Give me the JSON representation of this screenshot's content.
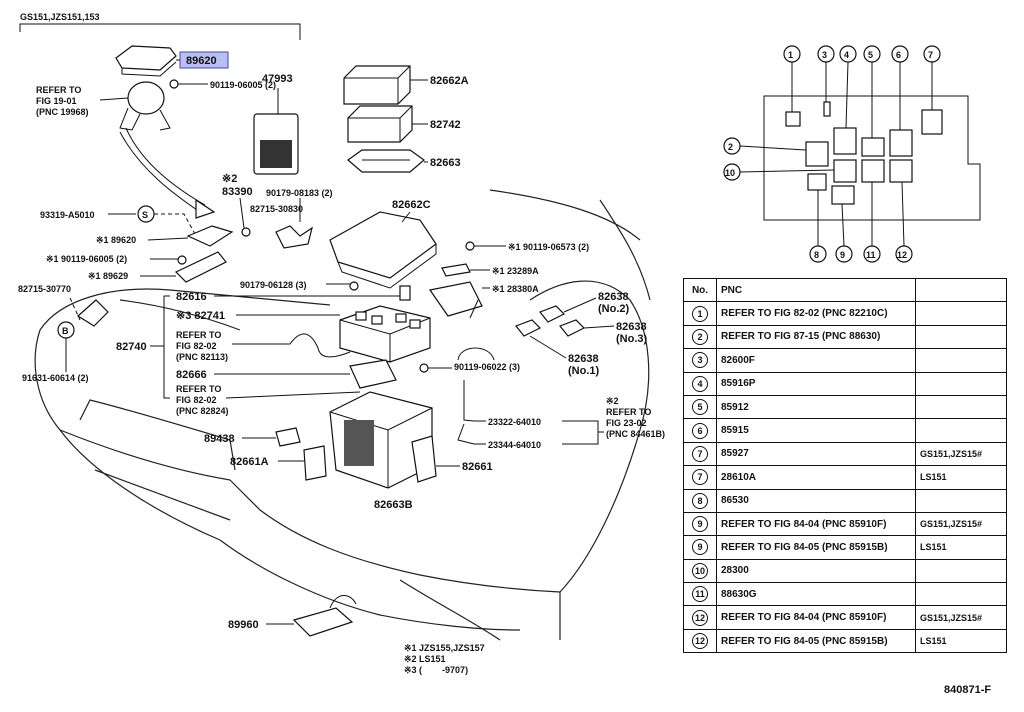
{
  "header": {
    "applicability": "GS151,JZS151,153"
  },
  "highlighted_part": "89620",
  "callouts": {
    "refer_19": [
      "REFER TO",
      "FIG 19-01",
      "(PNC 19968)"
    ],
    "refer_82113": [
      "REFER TO",
      "FIG 82-02",
      "(PNC 82113)"
    ],
    "refer_82824": [
      "REFER TO",
      "FIG 82-02",
      "(PNC 82824)"
    ],
    "refer_84461": [
      "※2",
      "REFER TO",
      "FIG 23-02",
      "(PNC 84461B)"
    ],
    "p_90119_06005": "90119-06005 (2)",
    "p_82662A": "82662A",
    "p_82742": "82742",
    "p_82663": "82663",
    "p_47993": "47993",
    "p_83390_note": "※2",
    "p_83390": "83390",
    "p_90179_08183": "90179-08183 (2)",
    "p_82715_30830": "82715-30830",
    "p_93319": "93319-A5010",
    "p_s_circle": "S",
    "p_89620_n1": "※1 89620",
    "p_90119_06005_n1": "※1 90119-06005 (2)",
    "p_89629_n1": "※1 89629",
    "p_82715_30770": "82715-30770",
    "p_82662C": "82662C",
    "p_90119_06573": "※1 90119-06573 (2)",
    "p_23289A": "※1 23289A",
    "p_28380A": "※1 28380A",
    "p_90179_06128": "90179-06128 (3)",
    "p_82616": "82616",
    "p_82741": "※3 82741",
    "p_82638_2": [
      "82638",
      "(No.2)"
    ],
    "p_82638_3": [
      "82638",
      "(No.3)"
    ],
    "p_82638_1": [
      "82638",
      "(No.1)"
    ],
    "p_82740": "82740",
    "p_82666": "82666",
    "p_90119_06022": "90119-06022 (3)",
    "p_b_circle": "B",
    "p_91631": "91631-60614 (2)",
    "p_23322": "23322-64010",
    "p_23344": "23344-64010",
    "p_89438": "89438",
    "p_82661A": "82661A",
    "p_82661": "82661",
    "p_82663B": "82663B",
    "p_89960": "89960"
  },
  "locator": {
    "numbers": [
      "1",
      "2",
      "3",
      "4",
      "5",
      "6",
      "7",
      "8",
      "9",
      "10",
      "11",
      "12"
    ]
  },
  "table": {
    "headers": [
      "No.",
      "PNC",
      ""
    ],
    "rows": [
      {
        "no": "1",
        "pnc": "REFER TO FIG 82-02 (PNC 82210C)",
        "variant": ""
      },
      {
        "no": "2",
        "pnc": "REFER TO FIG 87-15 (PNC 88630)",
        "variant": ""
      },
      {
        "no": "3",
        "pnc": "82600F",
        "variant": ""
      },
      {
        "no": "4",
        "pnc": "85916P",
        "variant": ""
      },
      {
        "no": "5",
        "pnc": "85912",
        "variant": ""
      },
      {
        "no": "6",
        "pnc": "85915",
        "variant": ""
      },
      {
        "no": "7",
        "pnc": "85927",
        "variant": "GS151,JZS15#"
      },
      {
        "no": "7",
        "pnc": "28610A",
        "variant": "LS151"
      },
      {
        "no": "8",
        "pnc": "86530",
        "variant": ""
      },
      {
        "no": "9",
        "pnc": "REFER TO FIG 84-04 (PNC 85910F)",
        "variant": "GS151,JZS15#"
      },
      {
        "no": "9",
        "pnc": "REFER TO FIG 84-05 (PNC 85915B)",
        "variant": "LS151"
      },
      {
        "no": "10",
        "pnc": "28300",
        "variant": ""
      },
      {
        "no": "11",
        "pnc": "88630G",
        "variant": ""
      },
      {
        "no": "12",
        "pnc": "REFER TO FIG 84-04 (PNC 85910F)",
        "variant": "GS151,JZS15#"
      },
      {
        "no": "12",
        "pnc": "REFER TO FIG 84-05 (PNC 85915B)",
        "variant": "LS151"
      }
    ]
  },
  "notes": [
    "※1 JZS155,JZS157",
    "※2 LS151",
    "※3 (        -9707)"
  ],
  "figure_number": "840871-F"
}
